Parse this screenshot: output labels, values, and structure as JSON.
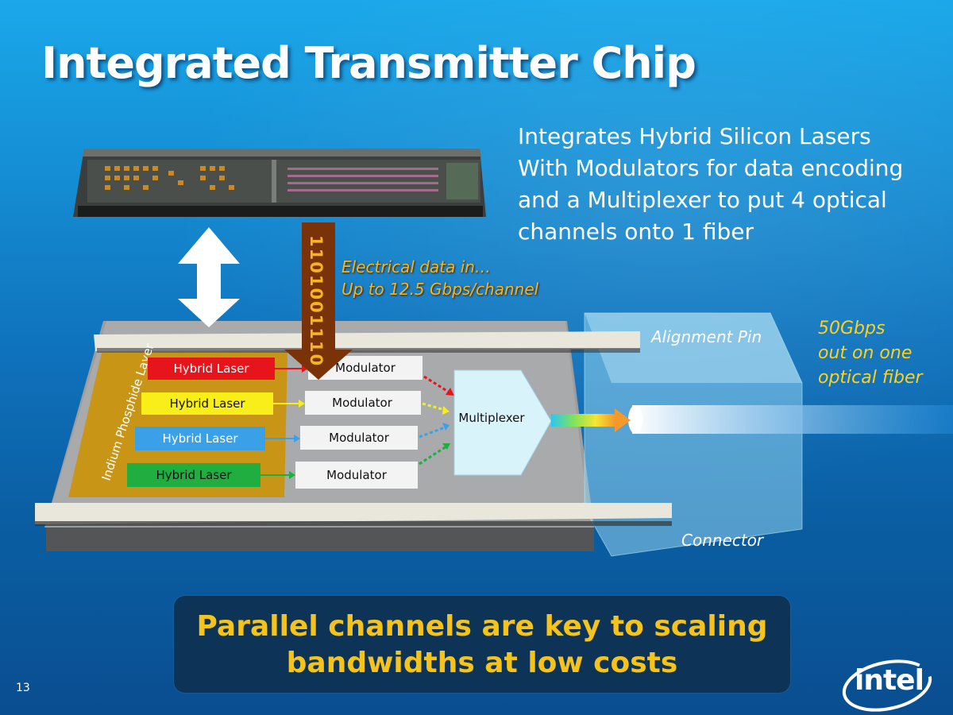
{
  "slide": {
    "title": "Integrated Transmitter Chip",
    "description_lines": [
      "Integrates Hybrid Silicon Lasers",
      "With Modulators for data encoding",
      "and a Multiplexer to put 4 optical",
      "channels onto 1 fiber"
    ],
    "slide_number": "13",
    "logo": "intel"
  },
  "diagram": {
    "data_bits": "1101001110",
    "electrical_lines": [
      "Electrical data in…",
      "Up to 12.5 Gbps/channel"
    ],
    "output_lines": [
      "50Gbps",
      "out on one",
      "optical fiber"
    ],
    "alignment_pin_label": "Alignment Pin",
    "connector_label": "Connector",
    "layer_label": "Indium Phosphide Layer",
    "lasers": [
      {
        "label": "Hybrid Laser",
        "color": "#e8141c",
        "text_color": "#ffffff"
      },
      {
        "label": "Hybrid Laser",
        "color": "#f7ee1a",
        "text_color": "#111111"
      },
      {
        "label": "Hybrid Laser",
        "color": "#3aa0e8",
        "text_color": "#ffffff"
      },
      {
        "label": "Hybrid Laser",
        "color": "#1fae3f",
        "text_color": "#111111"
      }
    ],
    "modulators": [
      "Modulator",
      "Modulator",
      "Modulator",
      "Modulator"
    ],
    "multiplexer_label": "Multiplexer"
  },
  "footer": {
    "lines": [
      "Parallel channels are key to scaling",
      "bandwidths at low costs"
    ]
  },
  "colors": {
    "accent_yellow": "#f5c31a",
    "layer_gold": "#c99516",
    "data_arrow": "#7a3208",
    "footer_box": "#0d3357"
  }
}
